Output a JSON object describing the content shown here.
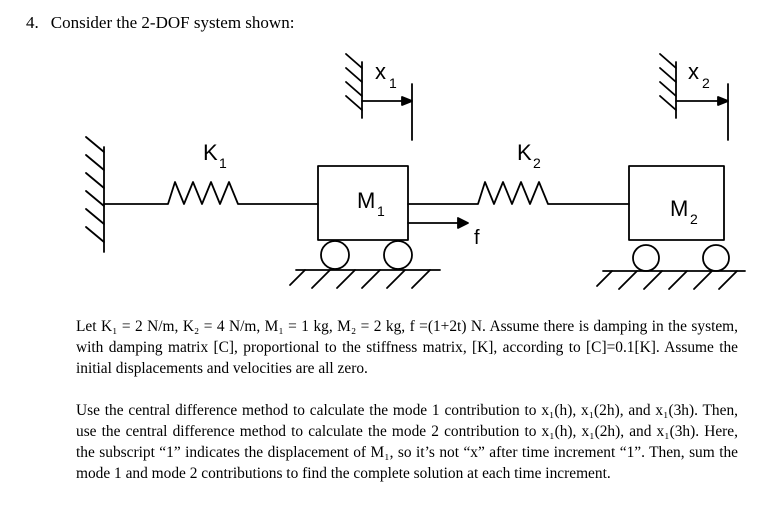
{
  "question": {
    "number": "4.",
    "title": "Consider the 2-DOF system shown:"
  },
  "diagram": {
    "labels": {
      "x1": "x",
      "x1_sub": "1",
      "x2": "x",
      "x2_sub": "2",
      "k1": "K",
      "k1_sub": "1",
      "k2": "K",
      "k2_sub": "2",
      "m1": "M",
      "m1_sub": "1",
      "m2": "M",
      "m2_sub": "2",
      "force": "f"
    }
  },
  "paragraphs": {
    "given": "Let K₁ = 2 N/m, K₂ = 4 N/m, M₁ = 1 kg, M₂ = 2 kg, f =(1+2t) N. Assume there is damping in the system, with damping matrix [C], proportional to the stiffness matrix, [K], according to [C]=0.1[K]. Assume the initial displacements and velocities are all zero.",
    "task": "Use the central difference method to calculate the mode 1 contribution to x₁(h), x₁(2h), and x₁(3h). Then, use the central difference method to calculate the mode 2 contribution to x₁(h), x₁(2h), and x₁(3h). Here, the subscript “1” indicates the displacement of M₁, so it’s not “x” after time increment “1”. Then, sum the mode 1 and mode 2 contributions to find the complete solution at each time increment."
  }
}
